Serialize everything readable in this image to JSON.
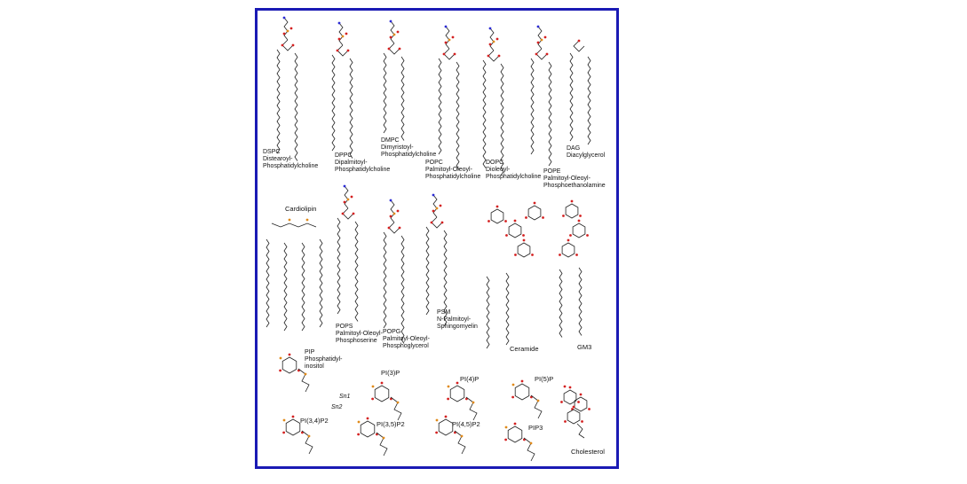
{
  "labels": {
    "dspc": {
      "abbr": "DSPC",
      "l1": "Distearoyl-",
      "l2": "Phosphatidylcholine"
    },
    "dppc": {
      "abbr": "DPPC",
      "l1": "Dipalmitoyl-",
      "l2": "Phosphatidylcholine"
    },
    "dmpc": {
      "abbr": "DMPC",
      "l1": "Dimyristoyl-",
      "l2": "Phosphatidylcholine"
    },
    "popc": {
      "abbr": "POPC",
      "l1": "Palmitoyl-Oleoyl-",
      "l2": "Phosphatidylcholine"
    },
    "dopc": {
      "abbr": "DOPC",
      "l1": "Dioleoyl-",
      "l2": "Phosphatidylcholine"
    },
    "pope": {
      "abbr": "POPE",
      "l1": "Palmitoyl-Oleoyl-",
      "l2": "Phosphoethanolamine"
    },
    "dag": {
      "abbr": "DAG",
      "l1": "Diacylglycerol"
    },
    "cardiolipin": "Cardiolipin",
    "pops": {
      "abbr": "POPS",
      "l1": "Palmitoyl-Oleoyl-",
      "l2": "Phosphoserine"
    },
    "popg": {
      "abbr": "POPG",
      "l1": "Palmitoyl-Oleoyl-",
      "l2": "Phosphoglycerol"
    },
    "psm": {
      "abbr": "PSM",
      "l1": "N-Palmitoyl-",
      "l2": "Sphingomyelin"
    },
    "ceramide": "Ceramide",
    "gm3": "GM3",
    "pip": {
      "abbr": "PIP",
      "l1": "Phosphatidyl-",
      "l2": "inositol"
    },
    "sn1": "Sn1",
    "sn2": "Sn2",
    "pi3p": "PI(3)P",
    "pi4p": "PI(4)P",
    "pi5p": "PI(5)P",
    "pi34p2": "PI(3,4)P2",
    "pi35p2": "PI(3,5)P2",
    "pi45p2": "PI(4,5)P2",
    "pip3": "PIP3",
    "cholesterol": "Cholesterol"
  },
  "colors": {
    "frame": "#1a1ab4",
    "bond": "#222222",
    "oxygen": "#d42020",
    "phosphorus": "#e08a1a",
    "nitrogen": "#2a2ad4"
  }
}
